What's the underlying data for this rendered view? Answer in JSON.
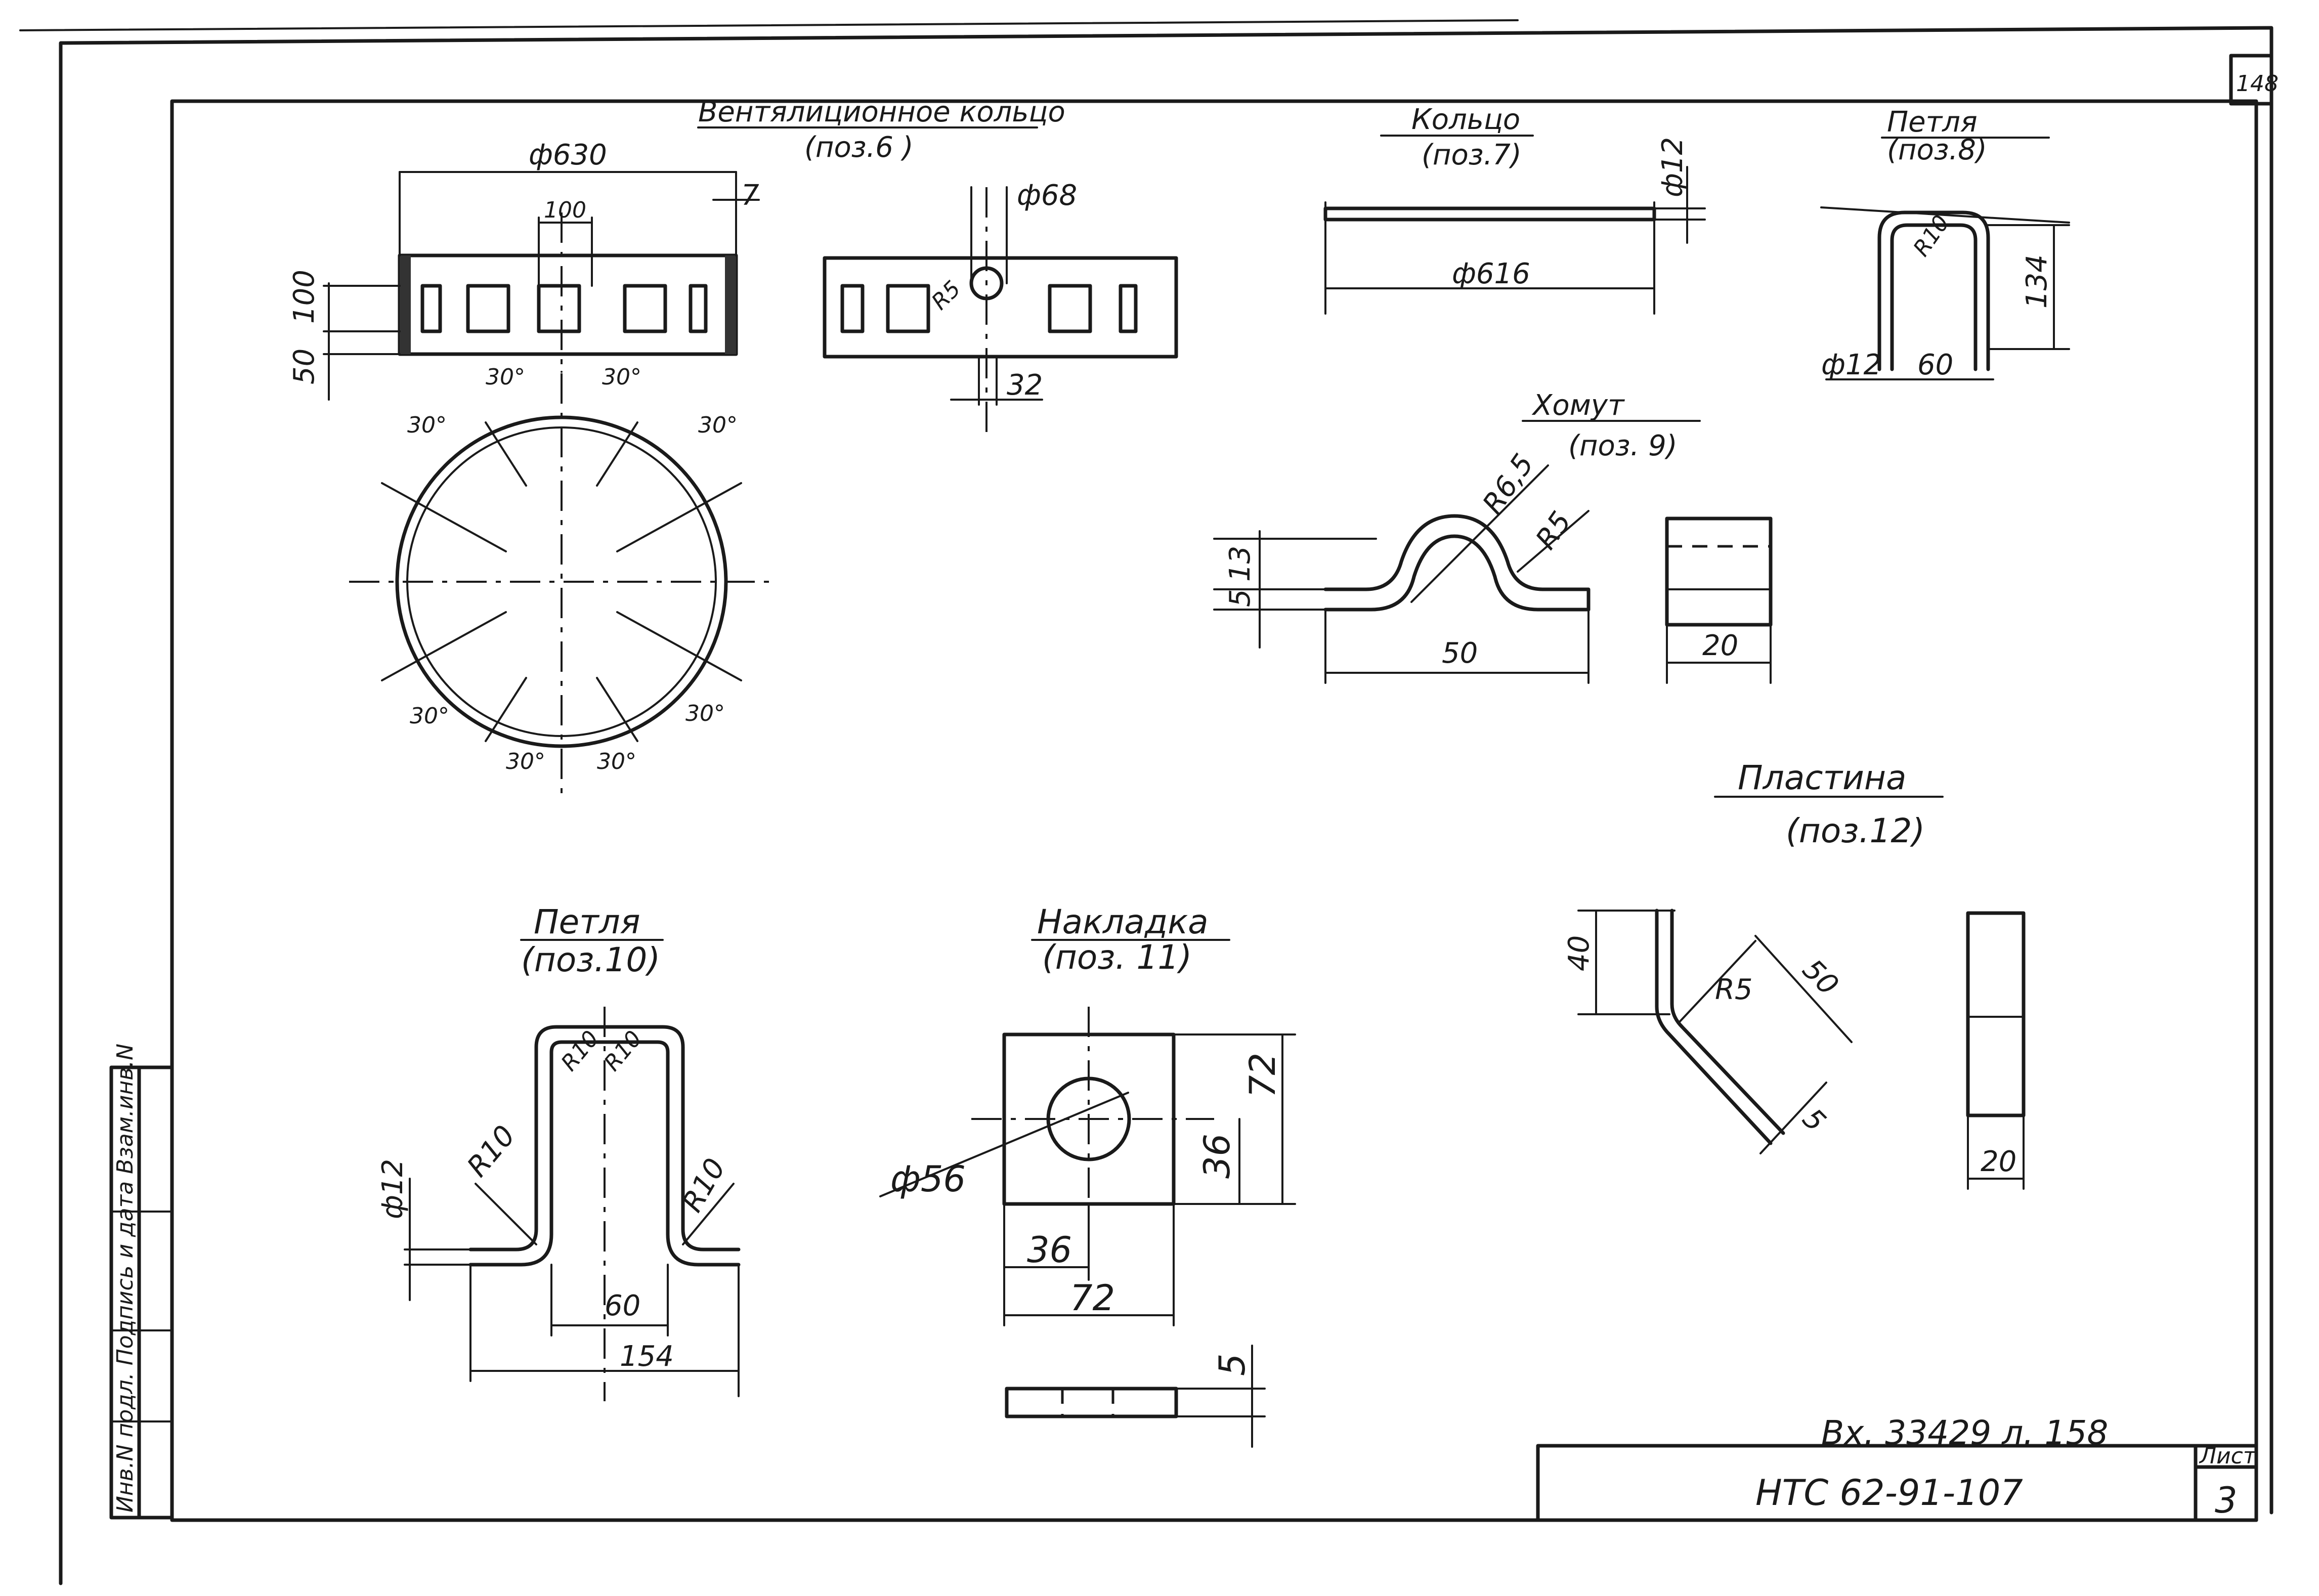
{
  "sheet_number": "148",
  "ventring": {
    "title": "Вентялиционное кольцо",
    "pos": "(поз.6 )",
    "d630": "ф630",
    "d100": "100",
    "d7": "7",
    "h100": "100",
    "h50": "50",
    "d68": "ф68",
    "r5": "R5",
    "d32": "32",
    "a1": "30°",
    "a2": "30°",
    "a3": "30°",
    "a4": "30°",
    "a5": "30°",
    "a6": "30°",
    "a7": "30°",
    "a8": "30°"
  },
  "ring": {
    "title": "Кольцо",
    "pos": "(поз.7)",
    "d12": "ф12",
    "d616": "ф616"
  },
  "loop8": {
    "title": "Петля",
    "pos": "(поз.8)",
    "r10": "R10",
    "h134": "134",
    "d12": "ф12",
    "w60": "60"
  },
  "clamp": {
    "title": "Хомут",
    "pos": "(поз. 9)",
    "r65": "R6,5",
    "r5": "R5",
    "h13": "13",
    "h5": "5",
    "w50": "50",
    "w20": "20"
  },
  "plate": {
    "title": "Пластина",
    "pos": "(поз.12)",
    "h40": "40",
    "r5": "R5",
    "l50": "50",
    "t5": "5",
    "w20": "20"
  },
  "loop10": {
    "title": "Петля",
    "pos": "(поз.10)",
    "r10a": "R10",
    "r10b": "R10",
    "r10c": "R10",
    "r10d": "R10",
    "d12": "ф12",
    "w60": "60",
    "w154": "154"
  },
  "overlay": {
    "title": "Накладка",
    "pos": "(поз. 11)",
    "d56": "ф56",
    "h72": "72",
    "h36": "36",
    "w36": "36",
    "w72": "72",
    "t5": "5"
  },
  "archive_note": "Вх. 33429 л. 158",
  "side_stamp": "Инв.N подл. Подпись и дата Взам.инв.N",
  "title_block": {
    "doc_code": "НТС 62-91-107",
    "sheet_label": "Лист",
    "sheet_value": "3"
  }
}
